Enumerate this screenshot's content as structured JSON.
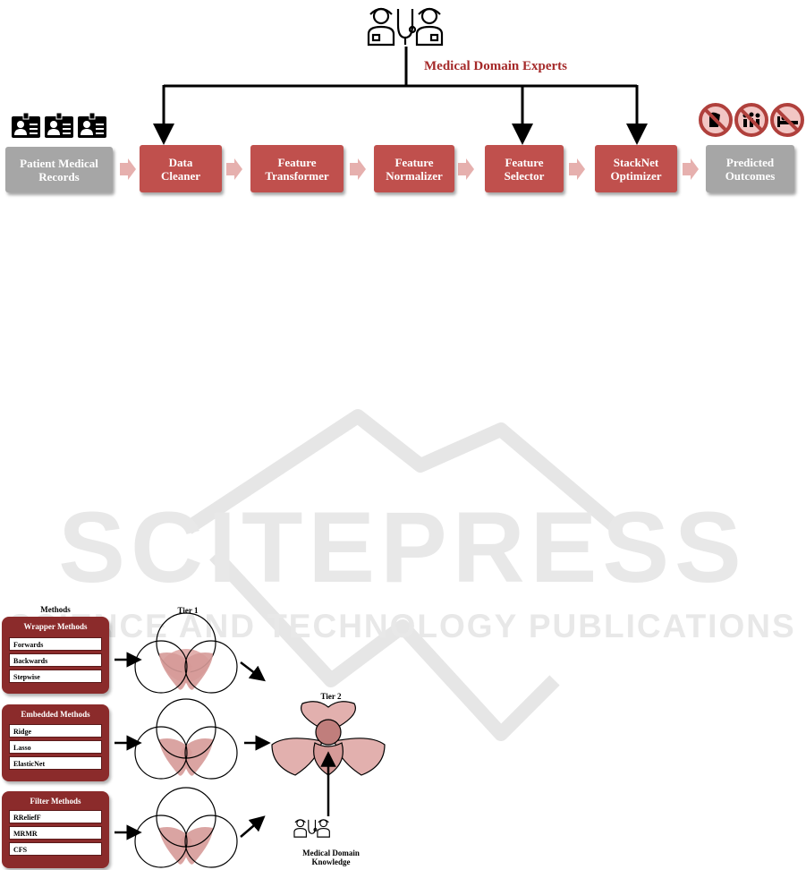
{
  "pipeline": {
    "experts_label": "Medical Domain Experts",
    "stages": [
      {
        "label": "Patient Medical\nRecords",
        "kind": "grey"
      },
      {
        "label": "Data\nCleaner",
        "kind": "red"
      },
      {
        "label": "Feature\nTransformer",
        "kind": "red"
      },
      {
        "label": "Feature\nNormalizer",
        "kind": "red"
      },
      {
        "label": "Feature\nSelector",
        "kind": "red"
      },
      {
        "label": "StackNet\nOptimizer",
        "kind": "red"
      },
      {
        "label": "Predicted\nOutcomes",
        "kind": "grey"
      }
    ],
    "colors": {
      "red": "#c0504d",
      "grey": "#a6a6a6",
      "label": "#a52a2a"
    }
  },
  "watermark": {
    "text": "SCITEPRESS",
    "subtext": "SCIENCE AND TECHNOLOGY PUBLICATIONS"
  },
  "feature_selection": {
    "methods_header": "Methods",
    "tier1_label": "Tier 1",
    "tier2_label": "Tier 2",
    "knowledge_label": "Medical Domain\nKnowledge",
    "groups": [
      {
        "title": "Wrapper Methods",
        "items": [
          "Forwards",
          "Backwards",
          "Stepwise"
        ]
      },
      {
        "title": "Embedded Methods",
        "items": [
          "Ridge",
          "Lasso",
          "ElasticNet"
        ]
      },
      {
        "title": "Filter Methods",
        "items": [
          "RReliefF",
          "MRMR",
          "CFS"
        ]
      }
    ]
  }
}
